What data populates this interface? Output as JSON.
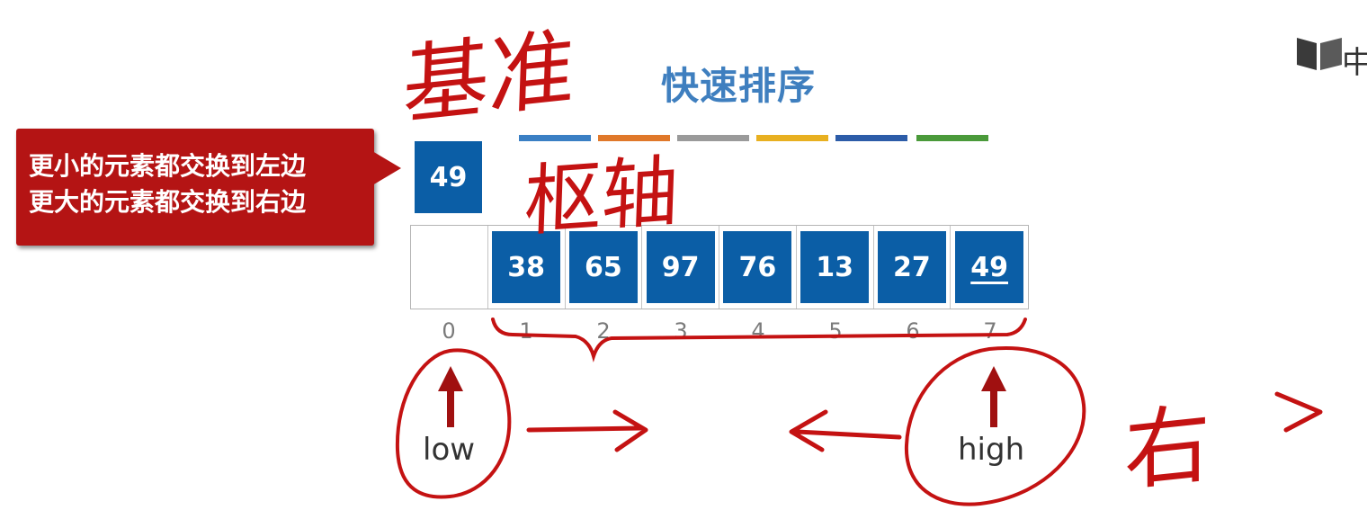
{
  "title": "快速排序",
  "color_bars": [
    "#3a7fc4",
    "#e0782a",
    "#9a9a9a",
    "#e8b020",
    "#2c5ca8",
    "#4a9a3a"
  ],
  "callout": {
    "line1": "更小的元素都交换到左边",
    "line2": "更大的元素都交换到右边",
    "color": "#b41414"
  },
  "pivot_value": "49",
  "array": {
    "cells": [
      "",
      "38",
      "65",
      "97",
      "76",
      "13",
      "27",
      "49"
    ],
    "indices": [
      "0",
      "1",
      "2",
      "3",
      "4",
      "5",
      "6",
      "7"
    ],
    "box_color": "#0b5ea6"
  },
  "pointers": {
    "low": "low",
    "high": "high"
  },
  "handwriting": {
    "jizhun": "基准",
    "shuzhou": "枢轴",
    "you": "右",
    "color": "#c41212"
  },
  "logo_glyph": "中"
}
